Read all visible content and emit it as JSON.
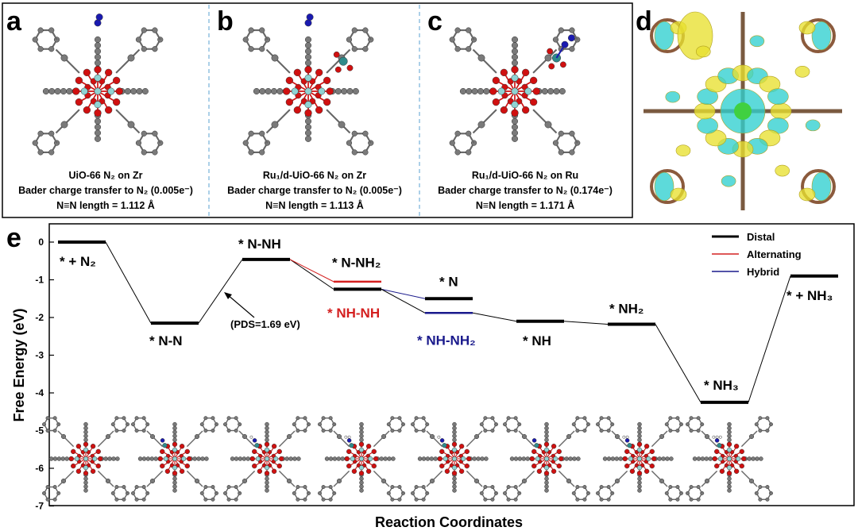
{
  "panels": [
    {
      "letter": "a",
      "line1": "UiO-66    N₂ on Zr",
      "line2": "Bader charge transfer to N₂ (0.005e⁻)",
      "line3": "N≡N length = 1.112 Å"
    },
    {
      "letter": "b",
      "line1": "Ru₁/d-UiO-66    N₂ on Zr",
      "line2": "Bader charge transfer to N₂ (0.005e⁻)",
      "line3": "N≡N length = 1.113 Å"
    },
    {
      "letter": "c",
      "line1": "Ru₁/d-UiO-66    N₂ on Ru",
      "line2": "Bader charge transfer to N₂ (0.174e⁻)",
      "line3": "N≡N length = 1.171 Å"
    }
  ],
  "panel_d_letter": "d",
  "panel_e_letter": "e",
  "colors": {
    "distal": "#000000",
    "alternating": "#d42020",
    "hybrid": "#1a1a8c",
    "oxygen": "#d01010",
    "carbon": "#7a7a7a",
    "metal": "#8fd3d3",
    "nitrogen": "#1a1ab0",
    "iso_yellow": "#e8e030",
    "iso_cyan": "#30d0d0"
  },
  "chart_data": {
    "type": "line",
    "xlabel": "Reaction Coordinates",
    "ylabel": "Free Energy (eV)",
    "ylim": [
      -7,
      0.3
    ],
    "yticks": [
      0,
      -1,
      -2,
      -3,
      -4,
      -5,
      -6,
      -7
    ],
    "legend": {
      "placement": "top-right",
      "items": [
        {
          "name": "Distal",
          "color": "#000000"
        },
        {
          "name": "Alternating",
          "color": "#d42020"
        },
        {
          "name": "Hybrid",
          "color": "#1a1a8c"
        }
      ]
    },
    "annotation": "(PDS=1.69 eV)",
    "levels": [
      {
        "id": "L0",
        "step": 0,
        "energy": 0.0,
        "label": "* + N₂",
        "path": "distal"
      },
      {
        "id": "L1",
        "step": 1,
        "energy": -2.15,
        "label": "* N-N",
        "path": "distal"
      },
      {
        "id": "L2",
        "step": 2,
        "energy": -0.46,
        "label": "* N-NH",
        "path": "distal"
      },
      {
        "id": "L3",
        "step": 3,
        "energy": -1.25,
        "label": "* N-NH₂",
        "path": "distal"
      },
      {
        "id": "L3a",
        "step": 3,
        "energy": -1.05,
        "label": "* NH-NH",
        "path": "alternating"
      },
      {
        "id": "L4",
        "step": 4,
        "energy": -1.5,
        "label": "* N",
        "path": "distal"
      },
      {
        "id": "L4h",
        "step": 4,
        "energy": -1.88,
        "label": "* NH-NH₂",
        "path": "hybrid"
      },
      {
        "id": "L5",
        "step": 5,
        "energy": -2.1,
        "label": "* NH",
        "path": "distal"
      },
      {
        "id": "L6",
        "step": 6,
        "energy": -2.18,
        "label": "* NH₂",
        "path": "distal"
      },
      {
        "id": "L7",
        "step": 7,
        "energy": -4.25,
        "label": "* NH₃",
        "path": "distal"
      },
      {
        "id": "L8",
        "step": 8,
        "energy": -0.9,
        "label": "* + NH₃",
        "path": "distal"
      }
    ],
    "connections": [
      {
        "from": "L0",
        "to": "L1",
        "path": "distal"
      },
      {
        "from": "L1",
        "to": "L2",
        "path": "distal"
      },
      {
        "from": "L2",
        "to": "L3",
        "path": "distal"
      },
      {
        "from": "L2",
        "to": "L3a",
        "path": "alternating"
      },
      {
        "from": "L3",
        "to": "L4",
        "path": "hybrid"
      },
      {
        "from": "L3",
        "to": "L4h",
        "path": "distal"
      },
      {
        "from": "L4h",
        "to": "L5",
        "path": "distal"
      },
      {
        "from": "L5",
        "to": "L6",
        "path": "distal"
      },
      {
        "from": "L6",
        "to": "L7",
        "path": "distal"
      },
      {
        "from": "L7",
        "to": "L8",
        "path": "distal"
      }
    ]
  }
}
